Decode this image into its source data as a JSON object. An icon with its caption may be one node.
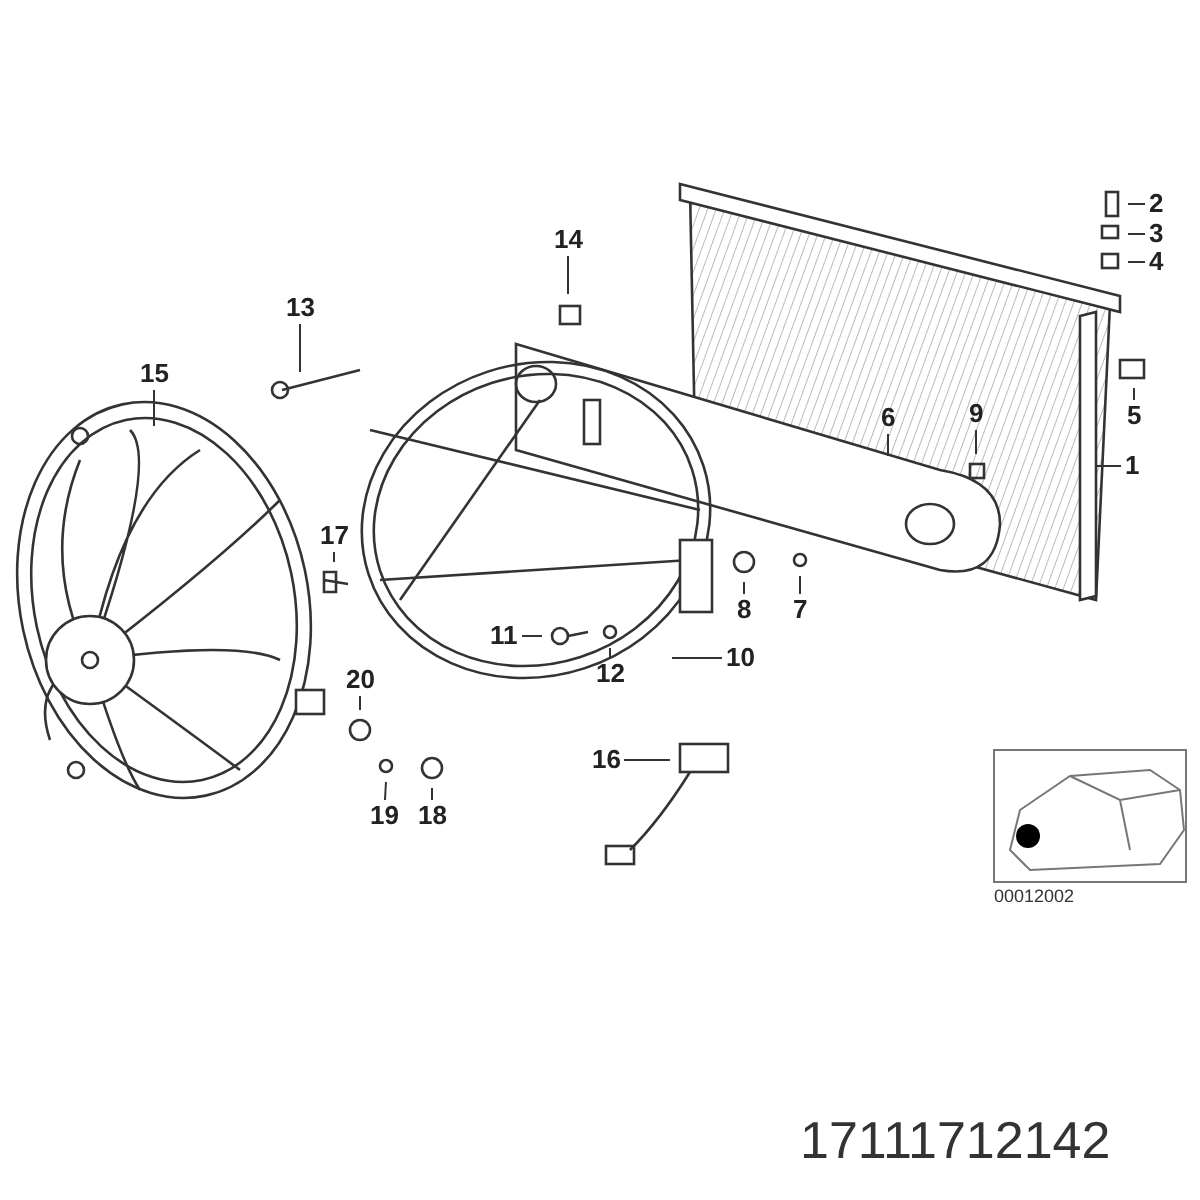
{
  "diagram": {
    "nodes": [
      {
        "text": [
          "1"
        ]
      },
      {
        "text": [
          "2"
        ]
      },
      {
        "text": [
          "3"
        ]
      },
      {
        "text": [
          "4"
        ]
      },
      {
        "text": [
          "5"
        ]
      },
      {
        "text": [
          "6"
        ]
      },
      {
        "text": [
          "7"
        ]
      },
      {
        "text": [
          "8"
        ]
      },
      {
        "text": [
          "9"
        ]
      },
      {
        "text": [
          "10"
        ]
      },
      {
        "text": [
          "11"
        ]
      },
      {
        "text": [
          "12"
        ]
      },
      {
        "text": [
          "13"
        ]
      },
      {
        "text": [
          "14"
        ]
      },
      {
        "text": [
          "15"
        ]
      },
      {
        "text": [
          "16"
        ]
      },
      {
        "text": [
          "17"
        ]
      },
      {
        "text": [
          "18"
        ]
      },
      {
        "text": [
          "19"
        ]
      },
      {
        "text": [
          "20"
        ]
      }
    ],
    "edges": [
      {
        "from": 0,
        "to": null,
        "arrow": "none"
      },
      {
        "from": 1,
        "to": null,
        "arrow": "none"
      },
      {
        "from": 2,
        "to": null,
        "arrow": "none"
      },
      {
        "from": 3,
        "to": null,
        "arrow": "none"
      },
      {
        "from": 4,
        "to": null,
        "arrow": "none"
      },
      {
        "from": 5,
        "to": null,
        "arrow": "none"
      },
      {
        "from": 6,
        "to": null,
        "arrow": "none"
      },
      {
        "from": 7,
        "to": null,
        "arrow": "none"
      },
      {
        "from": 8,
        "to": null,
        "arrow": "none"
      },
      {
        "from": 9,
        "to": null,
        "arrow": "none"
      },
      {
        "from": 10,
        "to": null,
        "arrow": "none"
      },
      {
        "from": 11,
        "to": null,
        "arrow": "none"
      },
      {
        "from": 12,
        "to": null,
        "arrow": "none"
      },
      {
        "from": 13,
        "to": null,
        "arrow": "none"
      },
      {
        "from": 14,
        "to": null,
        "arrow": "none"
      },
      {
        "from": 15,
        "to": null,
        "arrow": "none"
      },
      {
        "from": 16,
        "to": null,
        "arrow": "none"
      },
      {
        "from": 17,
        "to": null,
        "arrow": "none"
      },
      {
        "from": 18,
        "to": null,
        "arrow": "none"
      },
      {
        "from": 19,
        "to": null,
        "arrow": "none"
      }
    ],
    "labels": [
      "00012002",
      "17111712142"
    ]
  }
}
